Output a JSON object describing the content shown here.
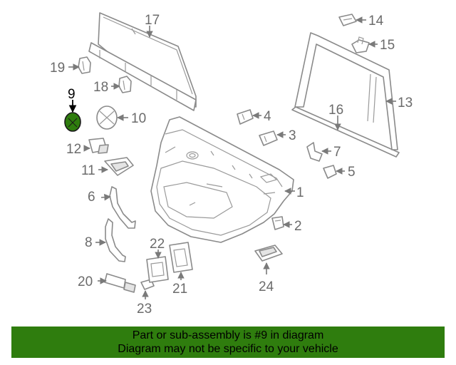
{
  "diagram": {
    "highlight_color": "#2f7d0e",
    "selected_part": "9",
    "callouts": [
      "1",
      "2",
      "3",
      "4",
      "5",
      "6",
      "7",
      "8",
      "9",
      "10",
      "11",
      "12",
      "13",
      "14",
      "15",
      "16",
      "17",
      "18",
      "19",
      "20",
      "21",
      "22",
      "23",
      "24"
    ]
  },
  "banner": {
    "line1": "Part or sub-assembly is #9 in diagram",
    "line2": "Diagram may not be specific to your vehicle",
    "background": "#2f7d0e"
  }
}
